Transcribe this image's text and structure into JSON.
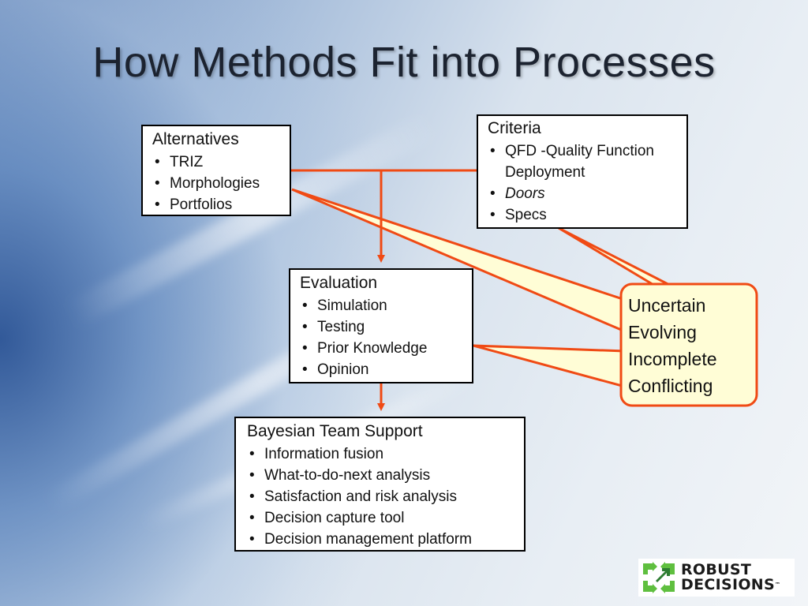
{
  "slide": {
    "title": "How Methods Fit into Processes"
  },
  "boxes": {
    "alternatives": {
      "heading": "Alternatives",
      "items": [
        "TRIZ",
        "Morphologies",
        "Portfolios"
      ]
    },
    "criteria": {
      "heading": "Criteria",
      "items": [
        "QFD -Quality Function Deployment",
        "Doors",
        "Specs"
      ]
    },
    "evaluation": {
      "heading": "Evaluation",
      "items": [
        "Simulation",
        "Testing",
        "Prior Knowledge",
        "Opinion"
      ]
    },
    "bayesian": {
      "heading": "Bayesian Team Support",
      "items": [
        "Information fusion",
        "What-to-do-next analysis",
        "Satisfaction and risk analysis",
        "Decision capture tool",
        "Decision management platform"
      ]
    }
  },
  "callout": {
    "lines": [
      "Uncertain",
      "Evolving",
      "Incomplete",
      "Conflicting"
    ],
    "fill": "#fffdd6",
    "border": "#f04a14"
  },
  "logo": {
    "line1": "ROBUST",
    "line2": "DECISIONS",
    "tm": "™",
    "accent": "#5fbf3f"
  },
  "colors": {
    "connector": "#f04a14",
    "title": "#1c2330"
  }
}
